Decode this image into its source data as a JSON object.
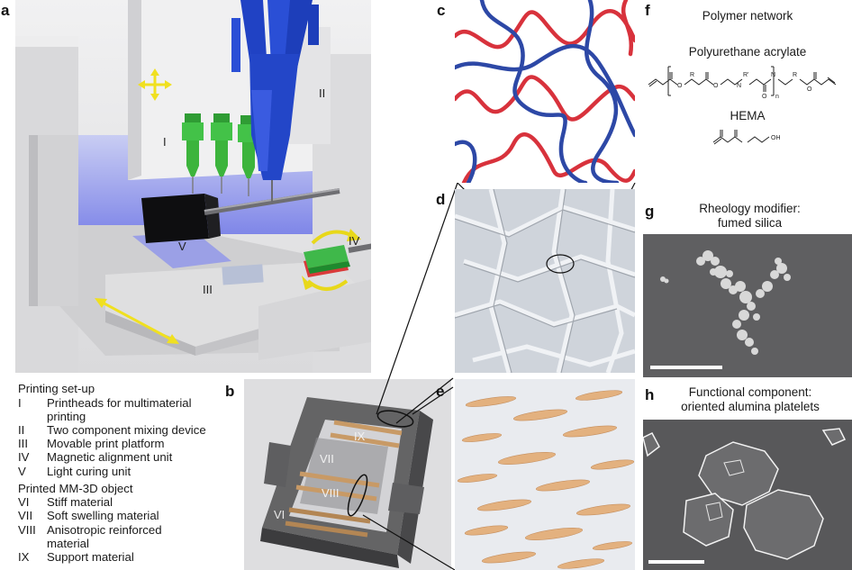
{
  "panels": {
    "a": "a",
    "b": "b",
    "c": "c",
    "d": "d",
    "e": "e",
    "f": "f",
    "g": "g",
    "h": "h"
  },
  "panel_a_labels": [
    "I",
    "II",
    "III",
    "IV",
    "V"
  ],
  "panel_b_labels": [
    "VI",
    "VII",
    "VIII",
    "IX"
  ],
  "legend": {
    "setup_title": "Printing set-up",
    "setup_items": [
      {
        "num": "I",
        "text": "Printheads for multimaterial printing"
      },
      {
        "num": "II",
        "text": "Two component mixing device"
      },
      {
        "num": "III",
        "text": "Movable print platform"
      },
      {
        "num": "IV",
        "text": "Magnetic alignment unit"
      },
      {
        "num": "V",
        "text": "Light curing unit"
      }
    ],
    "object_title": "Printed MM-3D object",
    "object_items": [
      {
        "num": "VI",
        "text": "Stiff material"
      },
      {
        "num": "VII",
        "text": "Soft swelling material"
      },
      {
        "num": "VIII",
        "text": "Anisotropic reinforced material"
      },
      {
        "num": "IX",
        "text": "Support material"
      }
    ]
  },
  "panel_f": {
    "title": "Polymer network",
    "pua_label": "Polyurethane acrylate",
    "hema_label": "HEMA",
    "struct_atoms": [
      "O",
      "R",
      "O",
      "N",
      "R'",
      "N",
      "O",
      "n",
      "R",
      "O",
      "OH"
    ]
  },
  "panel_g": {
    "line1": "Rheology modifier:",
    "line2": "fumed silica"
  },
  "panel_h": {
    "line1": "Functional component:",
    "line2": "oriented alumina platelets"
  },
  "colors": {
    "network_red": "#d8323c",
    "network_blue": "#2d48a6",
    "platelet": "#e3b17f",
    "printhead_green": "#3cb43c",
    "mixer_blue": "#2346c8",
    "arrow_yellow": "#f0e020"
  }
}
